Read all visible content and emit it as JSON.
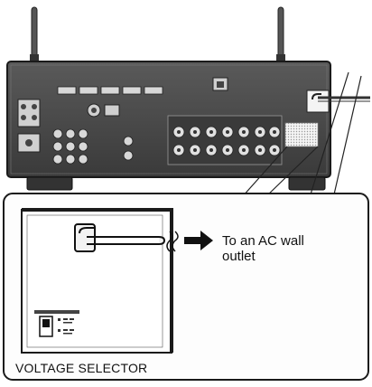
{
  "callout": {
    "line1": "To an AC wall",
    "line2": "outlet"
  },
  "caption": "VOLTAGE SELECTOR",
  "colors": {
    "panel": "#4a4a4a",
    "panel_dark": "#2b2b2b",
    "outline": "#1a1a1a",
    "inset_fill": "#fafafa"
  },
  "icons": [
    "antenna-icon",
    "power-cord-icon",
    "arrow-right-icon",
    "voltage-switch-icon"
  ]
}
